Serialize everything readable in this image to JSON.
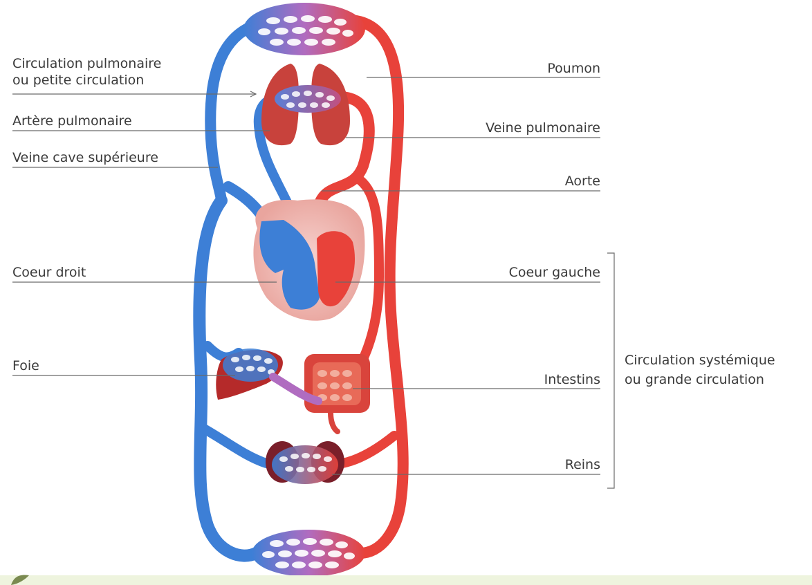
{
  "labels": {
    "pulmonary_circ_line1": "Circulation pulmonaire",
    "pulmonary_circ_line2": "ou petite circulation",
    "pulmonary_artery": "Artère pulmonaire",
    "superior_vena_cava": "Veine cave supérieure",
    "right_heart": "Coeur droit",
    "liver": "Foie",
    "lung": "Poumon",
    "pulmonary_vein": "Veine pulmonaire",
    "aorta": "Aorte",
    "left_heart": "Coeur gauche",
    "intestines": "Intestins",
    "kidneys": "Reins",
    "systemic_circ_line1": "Circulation systémique",
    "systemic_circ_line2": "ou grande circulation"
  },
  "colors": {
    "venous_blue": "#3d7fd6",
    "arterial_red": "#e8423a",
    "organ_dark_red": "#b52a2a",
    "kidney_maroon": "#7a1f2a",
    "label_text": "#3a3a3a",
    "leader_line": "#6a6a6a",
    "footer_band": "#eef4de"
  }
}
